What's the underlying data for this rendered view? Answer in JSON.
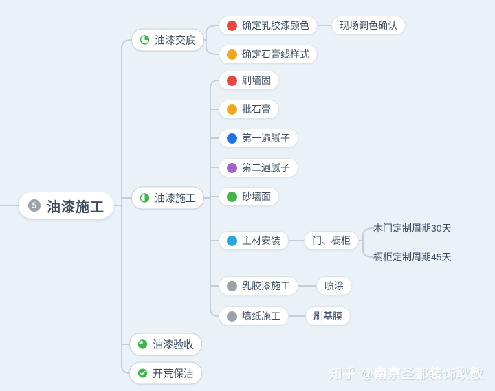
{
  "colors": {
    "background": "#eaf2f8",
    "text": "#3d4c63",
    "line": "#c5ced7",
    "accent_green": "#3db64b",
    "badge_gray": "#9aa2ab",
    "dot_red": "#e8463f",
    "dot_orange": "#f2a51f",
    "dot_blue": "#2273e8",
    "dot_purple": "#a263c8",
    "dot_green": "#47b34b",
    "dot_cyan": "#27a7de",
    "dot_gray": "#9ba2a8"
  },
  "root": {
    "badge": "5",
    "label": "油漆施工"
  },
  "branches": [
    {
      "label": "油漆交底",
      "icon": "pie-quarter",
      "children": [
        {
          "label": "确定乳胶漆颜色",
          "dot_color": "#e8463f",
          "children": [
            {
              "label": "现场调色确认"
            }
          ]
        },
        {
          "label": "确定石膏线样式",
          "dot_color": "#f2a51f"
        }
      ]
    },
    {
      "label": "油漆施工",
      "icon": "pie-half",
      "children": [
        {
          "label": "刷墙固",
          "dot_color": "#e8463f"
        },
        {
          "label": "批石膏",
          "dot_color": "#f2a51f"
        },
        {
          "label": "第一遍腻子",
          "dot_color": "#2273e8"
        },
        {
          "label": "第二遍腻子",
          "dot_color": "#a263c8"
        },
        {
          "label": "砂墙面",
          "dot_color": "#47b34b"
        },
        {
          "label": "主材安装",
          "dot_color": "#27a7de",
          "children": [
            {
              "label": "门、橱柜",
              "children": [
                {
                  "label": "木门定制周期30天"
                },
                {
                  "label": "橱柜定制周期45天"
                }
              ]
            }
          ]
        },
        {
          "label": "乳胶漆施工",
          "dot_color": "#9ba2a8",
          "children": [
            {
              "label": "喷涂"
            }
          ]
        },
        {
          "label": "墙纸施工",
          "dot_color": "#9ba2a8",
          "children": [
            {
              "label": "刷基膜"
            }
          ]
        }
      ]
    },
    {
      "label": "油漆验收",
      "icon": "pie-three-quarter",
      "children": []
    },
    {
      "label": "开荒保洁",
      "icon": "check-circle",
      "children": []
    }
  ],
  "watermark": {
    "text": "知乎 @南京圣都装饰耿敬"
  }
}
